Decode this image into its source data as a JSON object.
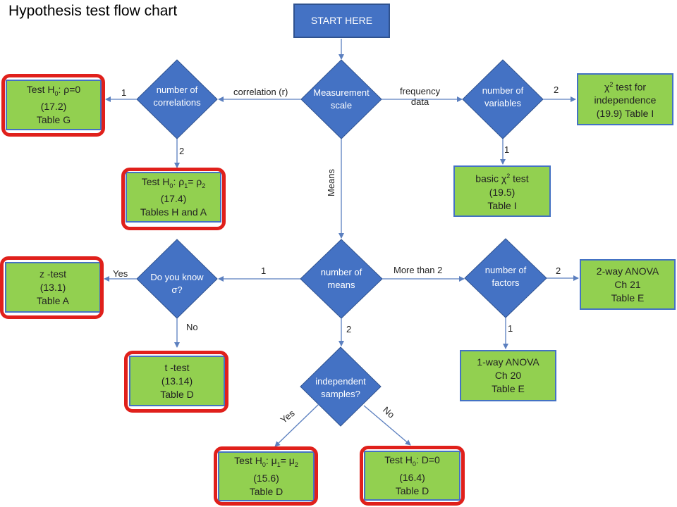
{
  "title": "Hypothesis test flow chart",
  "start": "START HERE",
  "decisions": {
    "measurement_scale": [
      "Measurement",
      "scale"
    ],
    "number_of_correlations": [
      "number of",
      "correlations"
    ],
    "number_of_variables": [
      "number  of",
      "variables"
    ],
    "number_of_means": [
      "number  of",
      "means"
    ],
    "do_you_know_sigma": [
      "Do you know",
      "σ?"
    ],
    "number_of_factors": [
      "number  of",
      "factors"
    ],
    "independent_samples": [
      "independent",
      "samples?"
    ]
  },
  "results": {
    "test_rho_zero": {
      "prefix": "Test H",
      "sub": "0",
      "rest": ": ρ=0",
      "lines": [
        "(17.2)",
        "Table G"
      ]
    },
    "test_rho_equal": {
      "prefix": "Test H",
      "sub": "0",
      "rest": ": ρ",
      "sub2": "1",
      "rest2": "= ρ",
      "sub3": "2",
      "lines": [
        "(17.4)",
        "Tables H and A"
      ]
    },
    "chi_independence": {
      "chi": "χ",
      "sup": "2",
      "rest": " test for",
      "lines": [
        "independence",
        "(19.9)  Table I"
      ]
    },
    "basic_chi": {
      "prefix": "basic  χ",
      "sup": "2",
      "rest": " test",
      "lines": [
        "(19.5)",
        "Table I"
      ]
    },
    "z_test": {
      "lines": [
        "z -test",
        "(13.1)",
        "Table A"
      ]
    },
    "t_test": {
      "lines": [
        "t -test",
        "(13.14)",
        "Table D"
      ]
    },
    "two_way_anova": {
      "lines": [
        "2-way ANOVA",
        "Ch 21",
        "Table E"
      ]
    },
    "one_way_anova": {
      "lines": [
        "1-way ANOVA",
        "Ch 20",
        "Table E"
      ]
    },
    "test_mu": {
      "prefix": "Test H",
      "sub": "0",
      "rest": ": μ",
      "sub2": "1",
      "rest2": "= μ",
      "sub3": "2",
      "lines": [
        "(15.6)",
        "Table D"
      ]
    },
    "test_d": {
      "prefix": "Test H",
      "sub": "0",
      "rest": ": D=0",
      "lines": [
        "(16.4)",
        "Table D"
      ]
    }
  },
  "edge_labels": {
    "correlation": "correlation (r)",
    "frequency": [
      "frequency",
      "data"
    ],
    "means": "Means",
    "corr_1": "1",
    "corr_2": "2",
    "vars_2": "2",
    "vars_1": "1",
    "means_1": "1",
    "means_more": "More than 2",
    "means_2": "2",
    "sigma_yes": "Yes",
    "sigma_no": "No",
    "factors_2": "2",
    "factors_1": "1",
    "indep_yes": "Yes",
    "indep_no": "No"
  },
  "colors": {
    "decision_fill": "#4472c4",
    "result_fill": "#92d050",
    "highlight": "#e0201b",
    "connector": "#5b7fbf"
  }
}
